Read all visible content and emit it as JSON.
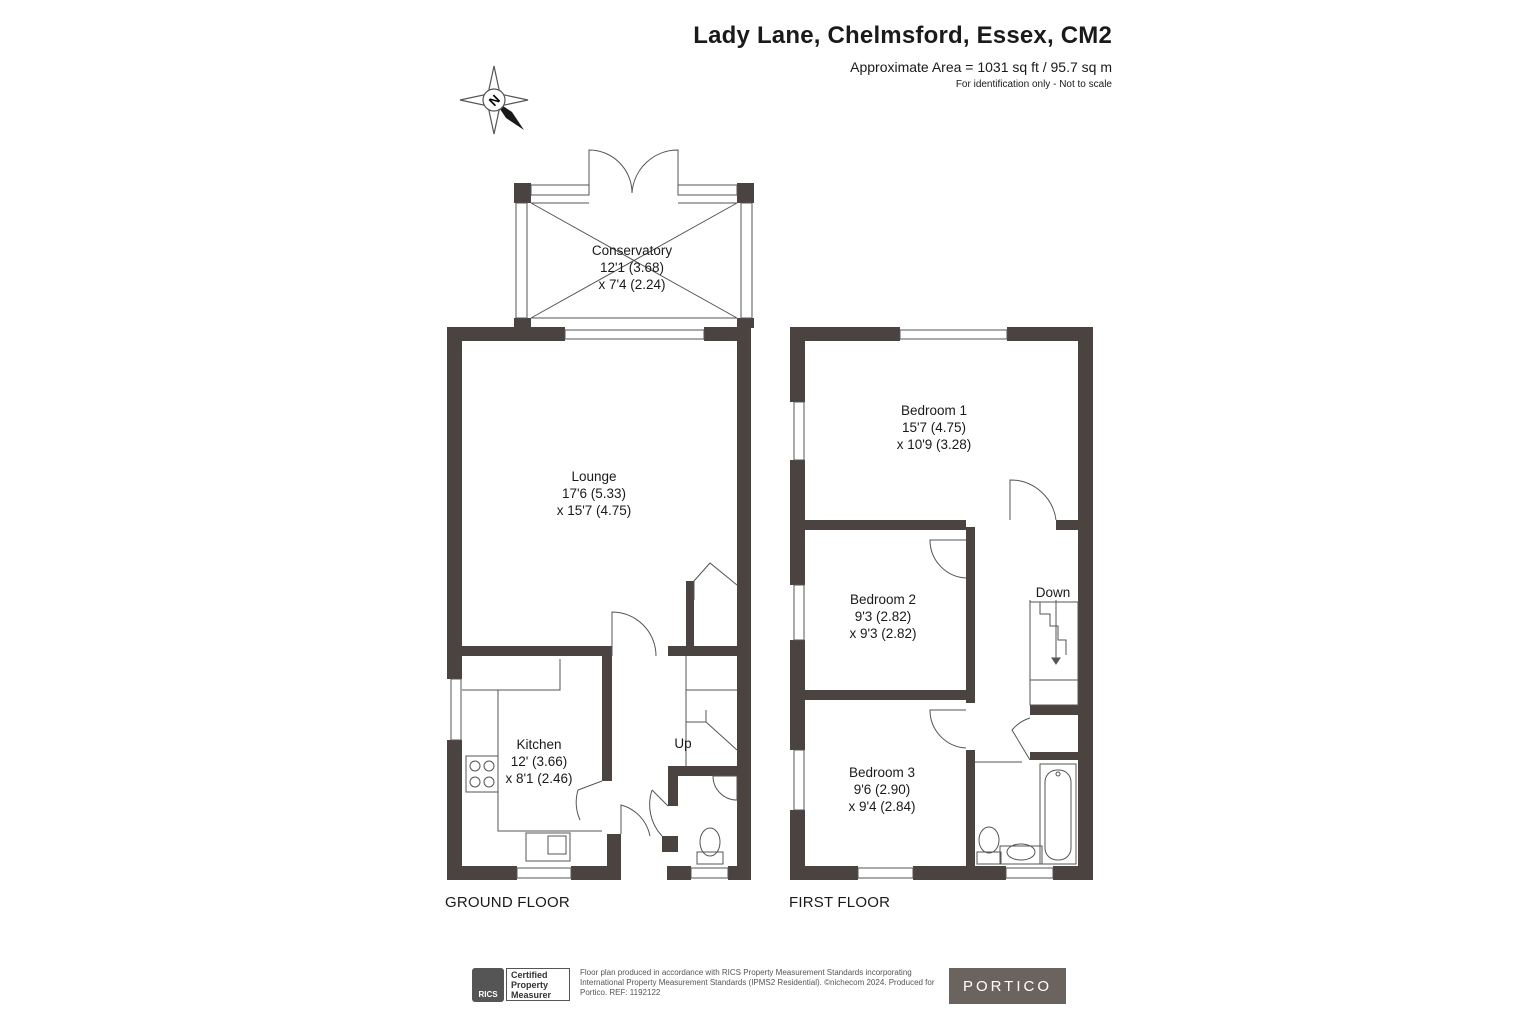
{
  "header": {
    "title": "Lady Lane, Chelmsford, Essex, CM2",
    "area": "Approximate Area = 1031 sq ft / 95.7 sq m",
    "note": "For identification only - Not to scale"
  },
  "compass": {
    "letter": "N"
  },
  "rooms": {
    "conservatory": {
      "name": "Conservatory",
      "dim1": "12'1 (3.68)",
      "dim2": "x 7'4 (2.24)"
    },
    "lounge": {
      "name": "Lounge",
      "dim1": "17'6 (5.33)",
      "dim2": "x 15'7 (4.75)"
    },
    "kitchen": {
      "name": "Kitchen",
      "dim1": "12' (3.66)",
      "dim2": "x 8'1 (2.46)"
    },
    "bedroom1": {
      "name": "Bedroom 1",
      "dim1": "15'7 (4.75)",
      "dim2": "x 10'9 (3.28)"
    },
    "bedroom2": {
      "name": "Bedroom 2",
      "dim1": "9'3 (2.82)",
      "dim2": "x 9'3 (2.82)"
    },
    "bedroom3": {
      "name": "Bedroom 3",
      "dim1": "9'6 (2.90)",
      "dim2": "x 9'4 (2.84)"
    }
  },
  "stairs": {
    "up": "Up",
    "down": "Down"
  },
  "floors": {
    "ground": "GROUND FLOOR",
    "first": "FIRST FLOOR"
  },
  "footer": {
    "rics_line1": "Certified",
    "rics_line2": "Property",
    "rics_line3": "Measurer",
    "rics_logo": "RICS",
    "text": "Floor plan produced in accordance with RICS Property Measurement Standards incorporating International Property Measurement Standards (IPMS2 Residential). ©nichecom 2024. Produced for Portico. REF: 1192122",
    "brand": "PORTICO"
  },
  "colors": {
    "wall": "#4a433f",
    "window": "#ffffff",
    "line": "#555555"
  }
}
